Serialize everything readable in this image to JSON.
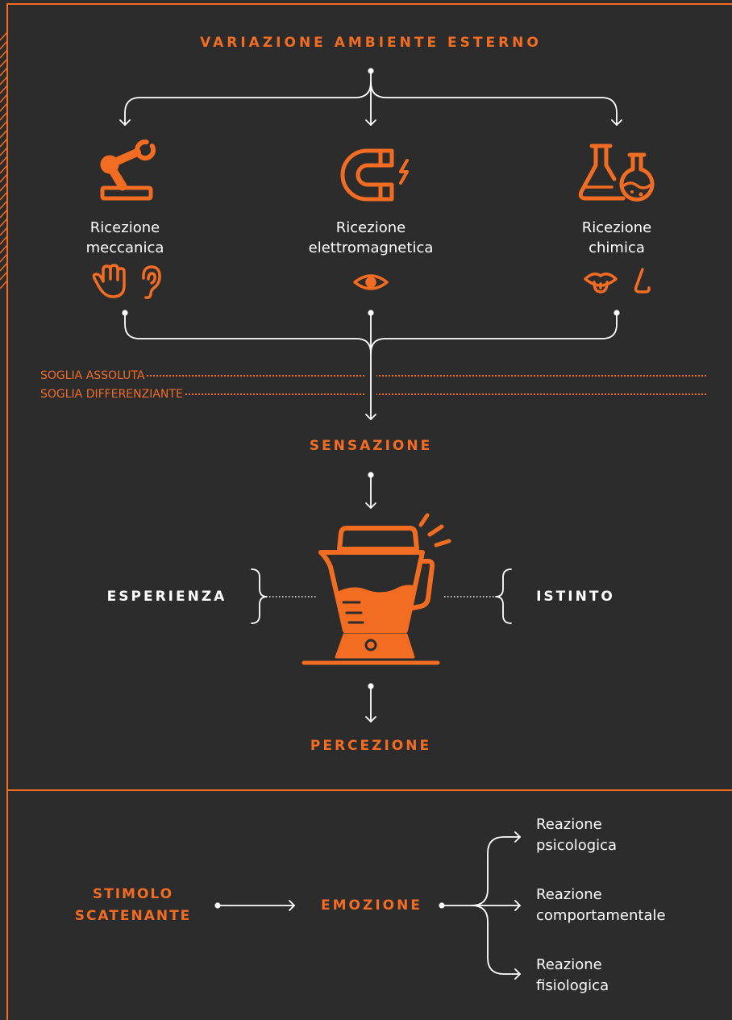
{
  "header": {
    "title": "VARIAZIONE AMBIENTE ESTERNO"
  },
  "receptions": [
    {
      "line1": "Ricezione",
      "line2": "meccanica",
      "icon": "robot-arm-icon",
      "sense_icons": [
        "hand-icon",
        "ear-icon"
      ]
    },
    {
      "line1": "Ricezione",
      "line2": "elettromagnetica",
      "icon": "magnet-icon",
      "sense_icons": [
        "eye-icon"
      ]
    },
    {
      "line1": "Ricezione",
      "line2": "chimica",
      "icon": "flasks-icon",
      "sense_icons": [
        "mouth-tongue-icon",
        "nose-icon"
      ]
    }
  ],
  "thresholds": {
    "absolute": "SOGLIA ASSOLUTA",
    "differential": "SOGLIA DIFFERENZIANTE"
  },
  "perception_flow": {
    "sensation": "SENSAZIONE",
    "experience": "ESPERIENZA",
    "instinct": "ISTINTO",
    "processor_icon": "blender-icon",
    "perception": "PERCEZIONE"
  },
  "emotion_flow": {
    "trigger": [
      "STIMOLO",
      "SCATENANTE"
    ],
    "emotion": "EMOZIONE",
    "reactions": [
      {
        "line1": "Reazione",
        "line2": "psicologica"
      },
      {
        "line1": "Reazione",
        "line2": "comportamentale"
      },
      {
        "line1": "Reazione",
        "line2": "fisiologica"
      }
    ]
  },
  "colors": {
    "background": "#2c2c2c",
    "accent": "#f26d21",
    "line": "#ffffff"
  }
}
